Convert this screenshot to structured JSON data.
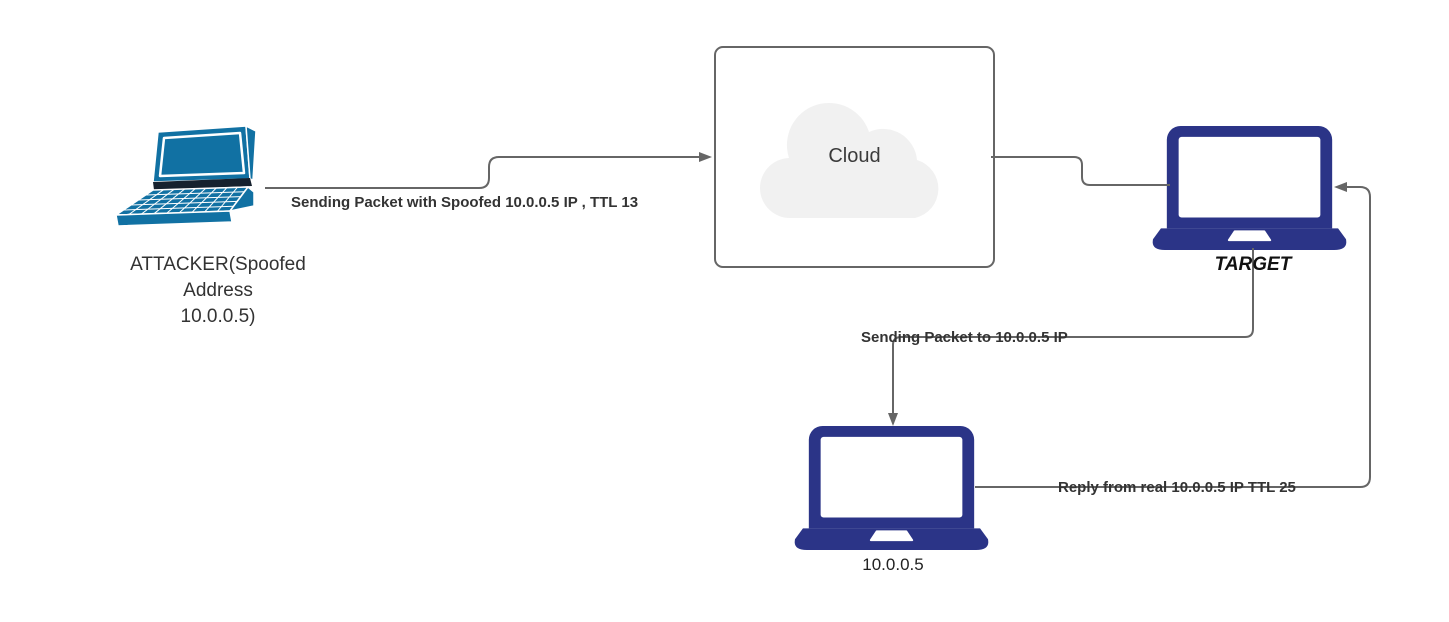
{
  "diagram": {
    "attacker": {
      "label_line1": "ATTACKER(Spoofed",
      "label_line2": "Address",
      "label_line3": "10.0.0.5)"
    },
    "cloud": {
      "label": "Cloud"
    },
    "target": {
      "label": "TARGET"
    },
    "real_host": {
      "label": "10.0.0.5"
    },
    "edges": {
      "spoofed_packet": {
        "label": "Sending Packet with Spoofed 10.0.0.5 IP , TTL 13"
      },
      "forward_packet": {
        "label": "Sending Packet to 10.0.0.5 IP"
      },
      "reply_packet": {
        "label": "Reply from real 10.0.0.5 IP TTL 25"
      }
    },
    "colors": {
      "attacker_laptop": "#1171a3",
      "laptop_navy": "#2b3487",
      "connector": "#666666",
      "cloud_fill": "#f1f1f1",
      "box_border": "#666666",
      "label_text": "#333333"
    }
  }
}
